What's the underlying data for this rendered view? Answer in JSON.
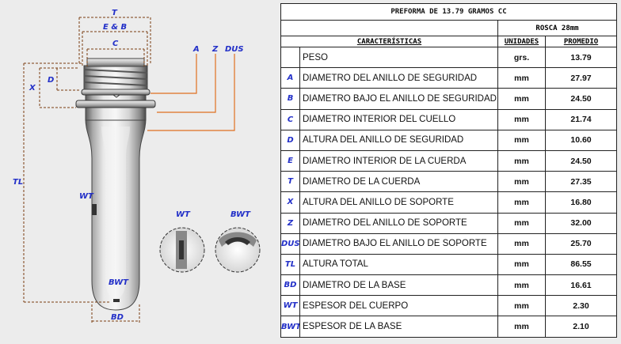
{
  "table": {
    "title": "PREFORMA DE 13.79 GRAMOS CC",
    "subheader": "ROSCA 28mm",
    "columns": {
      "caracteristicas": "CARACTERÍSTICAS",
      "unidades": "UNIDADES",
      "promedio": "PROMEDIO"
    },
    "rows": [
      {
        "code": "",
        "desc": "PESO",
        "unit": "grs.",
        "value": "13.79"
      },
      {
        "code": "A",
        "desc": "DIAMETRO DEL ANILLO DE SEGURIDAD",
        "unit": "mm",
        "value": "27.97"
      },
      {
        "code": "B",
        "desc": "DIAMETRO BAJO EL ANILLO DE SEGURIDAD",
        "unit": "mm",
        "value": "24.50"
      },
      {
        "code": "C",
        "desc": "DIAMETRO INTERIOR DEL CUELLO",
        "unit": "mm",
        "value": "21.74"
      },
      {
        "code": "D",
        "desc": "ALTURA DEL ANILLO DE SEGURIDAD",
        "unit": "mm",
        "value": "10.60"
      },
      {
        "code": "E",
        "desc": "DIAMETRO INTERIOR DE LA CUERDA",
        "unit": "mm",
        "value": "24.50"
      },
      {
        "code": "T",
        "desc": "DIAMETRO DE LA CUERDA",
        "unit": "mm",
        "value": "27.35"
      },
      {
        "code": "X",
        "desc": "ALTURA DEL ANILLO DE SOPORTE",
        "unit": "mm",
        "value": "16.80"
      },
      {
        "code": "Z",
        "desc": "DIAMETRO DEL ANILLO DE SOPORTE",
        "unit": "mm",
        "value": "32.00"
      },
      {
        "code": "DUS",
        "desc": "DIAMETRO BAJO EL ANILLO DE SOPORTE",
        "unit": "mm",
        "value": "25.70"
      },
      {
        "code": "TL",
        "desc": "ALTURA TOTAL",
        "unit": "mm",
        "value": "86.55"
      },
      {
        "code": "BD",
        "desc": "DIAMETRO DE LA BASE",
        "unit": "mm",
        "value": "16.61"
      },
      {
        "code": "WT",
        "desc": "ESPESOR DEL CUERPO",
        "unit": "mm",
        "value": "2.30"
      },
      {
        "code": "BWT",
        "desc": "ESPESOR DE LA BASE",
        "unit": "mm",
        "value": "2.10"
      }
    ]
  },
  "drawing": {
    "labels": {
      "T": "T",
      "EB": "E & B",
      "C": "C",
      "A": "A",
      "Z": "Z",
      "DUS": "DUS",
      "D": "D",
      "X": "X",
      "TL": "TL",
      "WT": "WT",
      "BWT": "BWT",
      "BD": "BD",
      "detail_wt": "WT",
      "detail_bwt": "BWT"
    },
    "colors": {
      "dimension_line": "#7a3d10",
      "label": "#2330c8",
      "callout": "#e07020"
    }
  }
}
